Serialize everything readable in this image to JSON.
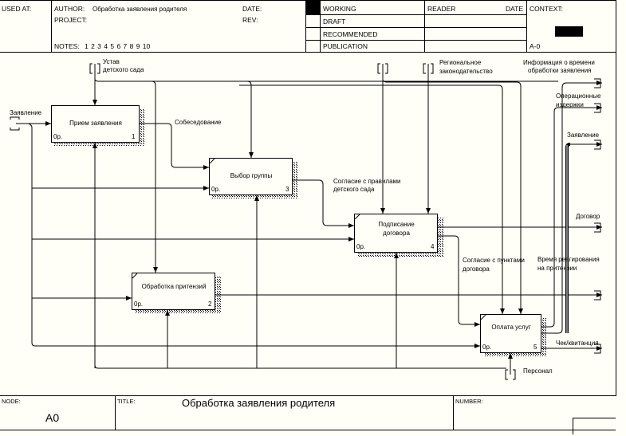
{
  "header": {
    "used_at_label": "USED AT:",
    "author_label": "AUTHOR:",
    "author_value": "Обработка заявления родителя",
    "project_label": "PROJECT:",
    "project_value": "",
    "date_label": "DATE:",
    "rev_label": "REV:",
    "notes_label": "NOTES:",
    "notes_values": "1  2  3  4  5  6  7  8  9  10",
    "status_options": [
      "WORKING",
      "DRAFT",
      "RECOMMENDED",
      "PUBLICATION"
    ],
    "active_status": "WORKING",
    "reader_label": "READER",
    "reader_date_label": "DATE",
    "context_label": "CONTEXT:",
    "context_node": "A-0"
  },
  "footer": {
    "node_label": "NODE:",
    "node_value": "A0",
    "title_label": "TITLE:",
    "title_value": "Обработка заявления родителя",
    "number_label": "NUMBER:"
  },
  "diagram": {
    "activities": [
      {
        "id": 1,
        "title": "Прием заявления",
        "cost": "0р.",
        "number": "1"
      },
      {
        "id": 2,
        "title": "Обработка притензий",
        "cost": "0р.",
        "number": "2"
      },
      {
        "id": 3,
        "title": "Выбор группы",
        "cost": "0р.",
        "number": "3"
      },
      {
        "id": 4,
        "title_line1": "Подписание",
        "title_line2": "договора",
        "cost": "0р.",
        "number": "4"
      },
      {
        "id": 5,
        "title": "Оплата услуг",
        "cost": "0р.",
        "number": "5"
      }
    ],
    "arrows": {
      "ustav_l1": "Устав",
      "ustav_l2": "детского сада",
      "zayavlenie_in": "Заявление",
      "sobesedovanie": "Собеседование",
      "soglasie_pravila_l1": "Согласие с правилами",
      "soglasie_pravila_l2": "детского сада",
      "regional_l1": "Региональное",
      "regional_l2": "законодательство",
      "info_time_l1": "Информация о времени",
      "info_time_l2": "обработки заявления",
      "op_costs_l1": "Операционные",
      "op_costs_l2": "издержки",
      "zayavlenie_out": "Заявление",
      "dogovor": "Договор",
      "soglasie_punkty_l1": "Согласие с пунктами",
      "soglasie_punkty_l2": "договора",
      "vremya_l1": "Время реагирования",
      "vremya_l2": "на притензии",
      "chek": "Чек/квитанция",
      "personal": "Персонал"
    }
  }
}
